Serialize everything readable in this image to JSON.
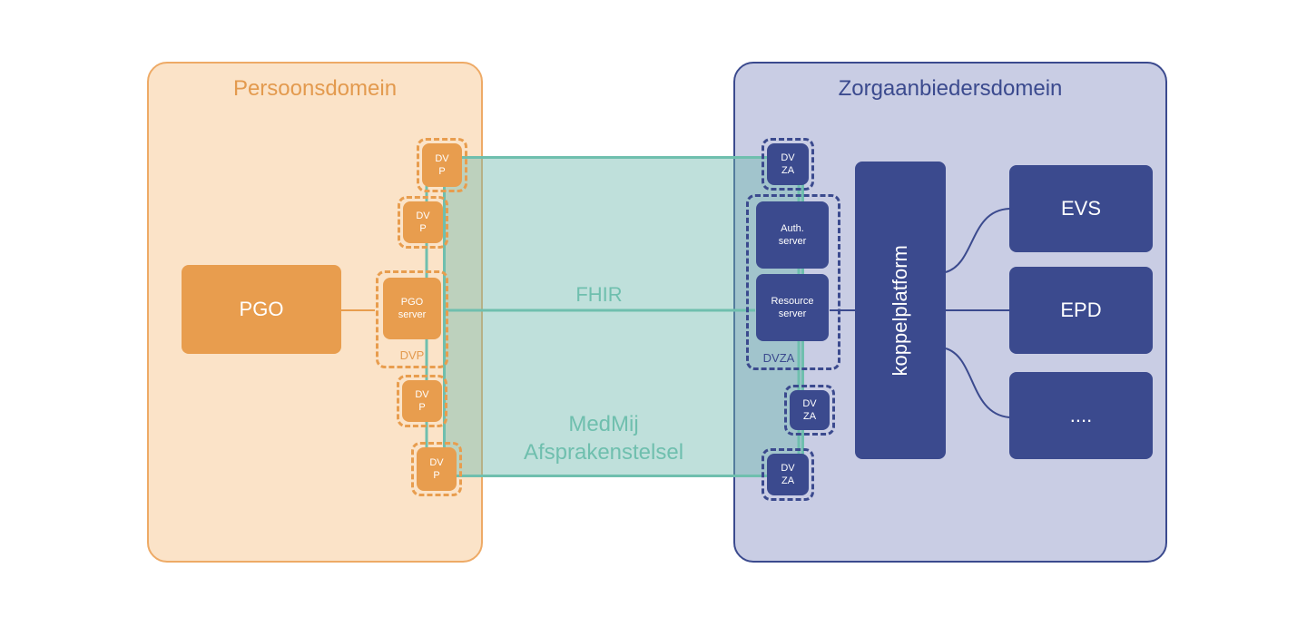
{
  "person_domain": {
    "title": "Persoonsdomein",
    "pgo": "PGO",
    "pgo_server": [
      "PGO",
      "server"
    ],
    "dvp_group_label": "DVP",
    "dvp_nodes": [
      [
        "DV",
        "P"
      ],
      [
        "DV",
        "P"
      ],
      [
        "DV",
        "P"
      ],
      [
        "DV",
        "P"
      ]
    ]
  },
  "connection": {
    "protocol": "FHIR",
    "framework": [
      "MedMij",
      "Afsprakenstelsel"
    ]
  },
  "care_domain": {
    "title": "Zorgaanbiedersdomein",
    "dvza_group_label": "DVZA",
    "auth_server": [
      "Auth.",
      "server"
    ],
    "resource_server": [
      "Resource",
      "server"
    ],
    "dvza_nodes": [
      [
        "DV",
        "ZA"
      ],
      [
        "DV",
        "ZA"
      ],
      [
        "DV",
        "ZA"
      ]
    ],
    "koppelplatform": "koppelplatform",
    "systems": [
      "EVS",
      "EPD",
      "...."
    ]
  },
  "colors": {
    "orange": "#e89d4e",
    "navy": "#3b4a8e",
    "teal": "#6fbfae"
  }
}
